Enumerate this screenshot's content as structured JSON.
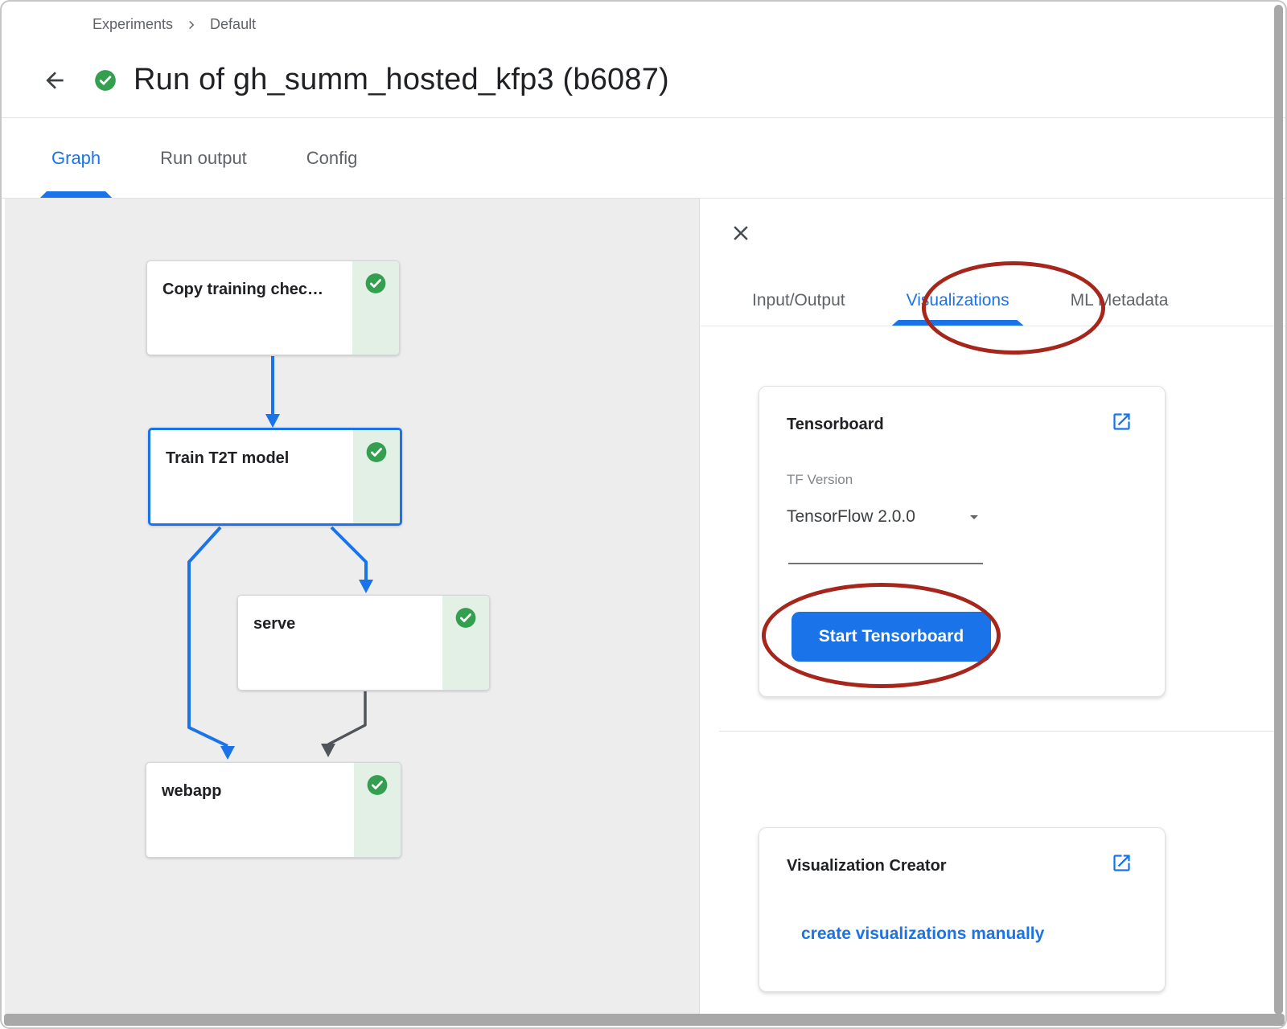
{
  "breadcrumb": {
    "items": [
      "Experiments",
      "Default"
    ],
    "separator_icon": "chevron-right-icon"
  },
  "header": {
    "title": "Run of gh_summ_hosted_kfp3 (b6087)",
    "back_icon": "arrow-back-icon",
    "status_icon": "check-circle-icon",
    "status": "succeeded"
  },
  "run_tabs": [
    {
      "label": "Graph",
      "active": true
    },
    {
      "label": "Run output",
      "active": false
    },
    {
      "label": "Config",
      "active": false
    }
  ],
  "graph": {
    "nodes": [
      {
        "label": "Copy training chec…",
        "status": "succeeded",
        "selected": false
      },
      {
        "label": "Train T2T model",
        "status": "succeeded",
        "selected": true
      },
      {
        "label": "serve",
        "status": "succeeded",
        "selected": false
      },
      {
        "label": "webapp",
        "status": "succeeded",
        "selected": false
      }
    ],
    "edges": [
      {
        "from": "Copy training chec…",
        "to": "Train T2T model",
        "color": "#1a73e8"
      },
      {
        "from": "Train T2T model",
        "to": "serve",
        "color": "#1a73e8"
      },
      {
        "from": "Train T2T model",
        "to": "webapp",
        "color": "#1a73e8"
      },
      {
        "from": "serve",
        "to": "webapp",
        "color": "#50555b"
      }
    ]
  },
  "panel": {
    "close_icon": "close-icon",
    "tabs": [
      {
        "label": "Input/Output",
        "active": false
      },
      {
        "label": "Visualizations",
        "active": true,
        "annotated": true
      },
      {
        "label": "ML Metadata",
        "active": false
      }
    ],
    "tensorboard": {
      "title": "Tensorboard",
      "open_icon": "open-in-new-icon",
      "version_label": "TF Version",
      "version_value": "TensorFlow 2.0.0",
      "dropdown_icon": "arrow-drop-down-icon",
      "button_label": "Start Tensorboard"
    },
    "creator": {
      "title": "Visualization Creator",
      "open_icon": "open-in-new-icon",
      "link_label": "create visualizations manually"
    }
  },
  "colors": {
    "accent_blue": "#1a73e8",
    "success_green": "#34a04f",
    "success_bg": "#e2f0e6",
    "annotation_red": "#a6261c",
    "text_dark": "#202124",
    "text_muted": "#5f6368",
    "graph_bg": "#ededed",
    "scrollbar": "#a8a8a8"
  }
}
